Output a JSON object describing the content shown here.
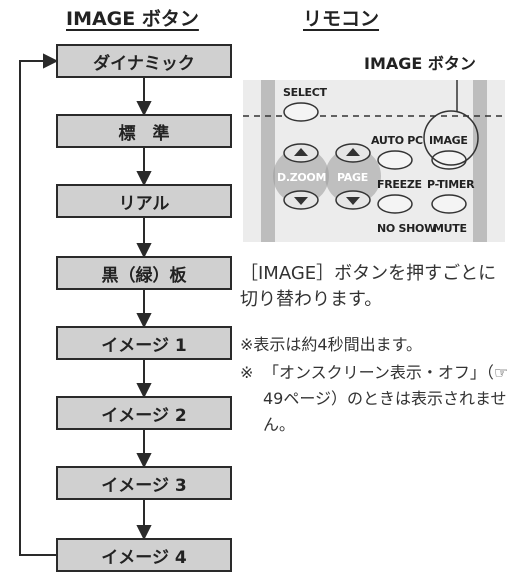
{
  "headings": {
    "left": "IMAGE ボタン",
    "right": "リモコン"
  },
  "flow": {
    "modes": [
      "ダイナミック",
      "標　準",
      "リアル",
      "黒（緑）板",
      "イメージ 1",
      "イメージ 2",
      "イメージ 3",
      "イメージ 4"
    ]
  },
  "remote": {
    "callout_label": "IMAGE ボタン",
    "buttons": {
      "select": "SELECT",
      "auto_pc": "AUTO PC",
      "image": "IMAGE",
      "dzoom": "D.ZOOM",
      "page": "PAGE",
      "freeze": "FREEZE",
      "ptimer": "P-TIMER",
      "noshow": "NO SHOW",
      "mute": "MUTE"
    }
  },
  "text": {
    "description": "［IMAGE］ボタンを押すごとに切り替わります。",
    "note1": "※表示は約4秒間出ます。",
    "note2_mark": "※",
    "note2": "「オンスクリーン表示・オフ」（☞49ページ）のときは表示されません。"
  },
  "colors": {
    "box_fill": "#d0d0d0",
    "line": "#2a2a2a",
    "remote_bg": "#ececec",
    "highlight_button": "#9a9a9a"
  }
}
